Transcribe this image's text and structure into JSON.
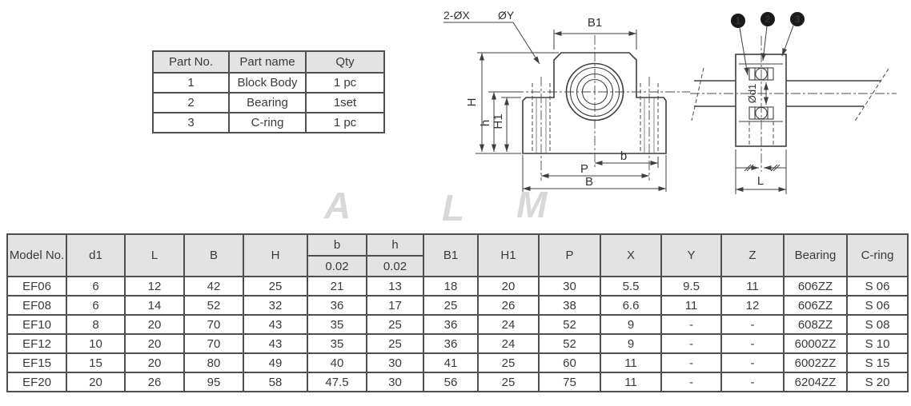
{
  "parts_table": {
    "headers": [
      "Part No.",
      "Part name",
      "Qty"
    ],
    "rows": [
      [
        "1",
        "Block Body",
        "1 pc"
      ],
      [
        "2",
        "Bearing",
        "1set"
      ],
      [
        "3",
        "C-ring",
        "1 pc"
      ]
    ]
  },
  "dim_table": {
    "headers": [
      "Model No.",
      "d1",
      "L",
      "B",
      "H",
      "b",
      "h",
      "B1",
      "H1",
      "P",
      "X",
      "Y",
      "Z",
      "Bearing",
      "C-ring"
    ],
    "tolerances": {
      "b": "0.02",
      "h": "0.02"
    },
    "rows": [
      [
        "EF06",
        "6",
        "12",
        "42",
        "25",
        "21",
        "13",
        "18",
        "20",
        "30",
        "5.5",
        "9.5",
        "11",
        "606ZZ",
        "S 06"
      ],
      [
        "EF08",
        "6",
        "14",
        "52",
        "32",
        "36",
        "17",
        "25",
        "26",
        "38",
        "6.6",
        "11",
        "12",
        "606ZZ",
        "S 06"
      ],
      [
        "EF10",
        "8",
        "20",
        "70",
        "43",
        "35",
        "25",
        "36",
        "24",
        "52",
        "9",
        "-",
        "-",
        "608ZZ",
        "S 08"
      ],
      [
        "EF12",
        "10",
        "20",
        "70",
        "43",
        "35",
        "25",
        "36",
        "24",
        "52",
        "9",
        "-",
        "-",
        "6000ZZ",
        "S 10"
      ],
      [
        "EF15",
        "15",
        "20",
        "80",
        "49",
        "40",
        "30",
        "41",
        "25",
        "60",
        "11",
        "-",
        "-",
        "6002ZZ",
        "S 15"
      ],
      [
        "EF20",
        "20",
        "26",
        "95",
        "58",
        "47.5",
        "30",
        "56",
        "25",
        "75",
        "11",
        "-",
        "-",
        "6204ZZ",
        "S 20"
      ]
    ]
  },
  "drawing": {
    "front_view": {
      "hole_callout": "2-ØX",
      "cbore_callout": "ØY",
      "dim_b1": "B1",
      "dim_height_total": "H",
      "dim_center_height": "h",
      "dim_h1": "H1",
      "dim_b": "b",
      "dim_p": "P",
      "dim_base_width": "B"
    },
    "side_view": {
      "balloons": [
        "1",
        "2",
        "3"
      ],
      "dim_shaft_dia": "Ød1",
      "dim_length": "L"
    }
  },
  "watermark": {
    "letters": [
      "A",
      "L",
      "M"
    ]
  },
  "colors": {
    "line": "#3f3f3f",
    "table_border": "#4f4f4f",
    "header_bg": "#e3e3e3",
    "text": "#3a3a3a",
    "balloon": "#1a1a1a",
    "watermark": "#d8d8d8"
  }
}
